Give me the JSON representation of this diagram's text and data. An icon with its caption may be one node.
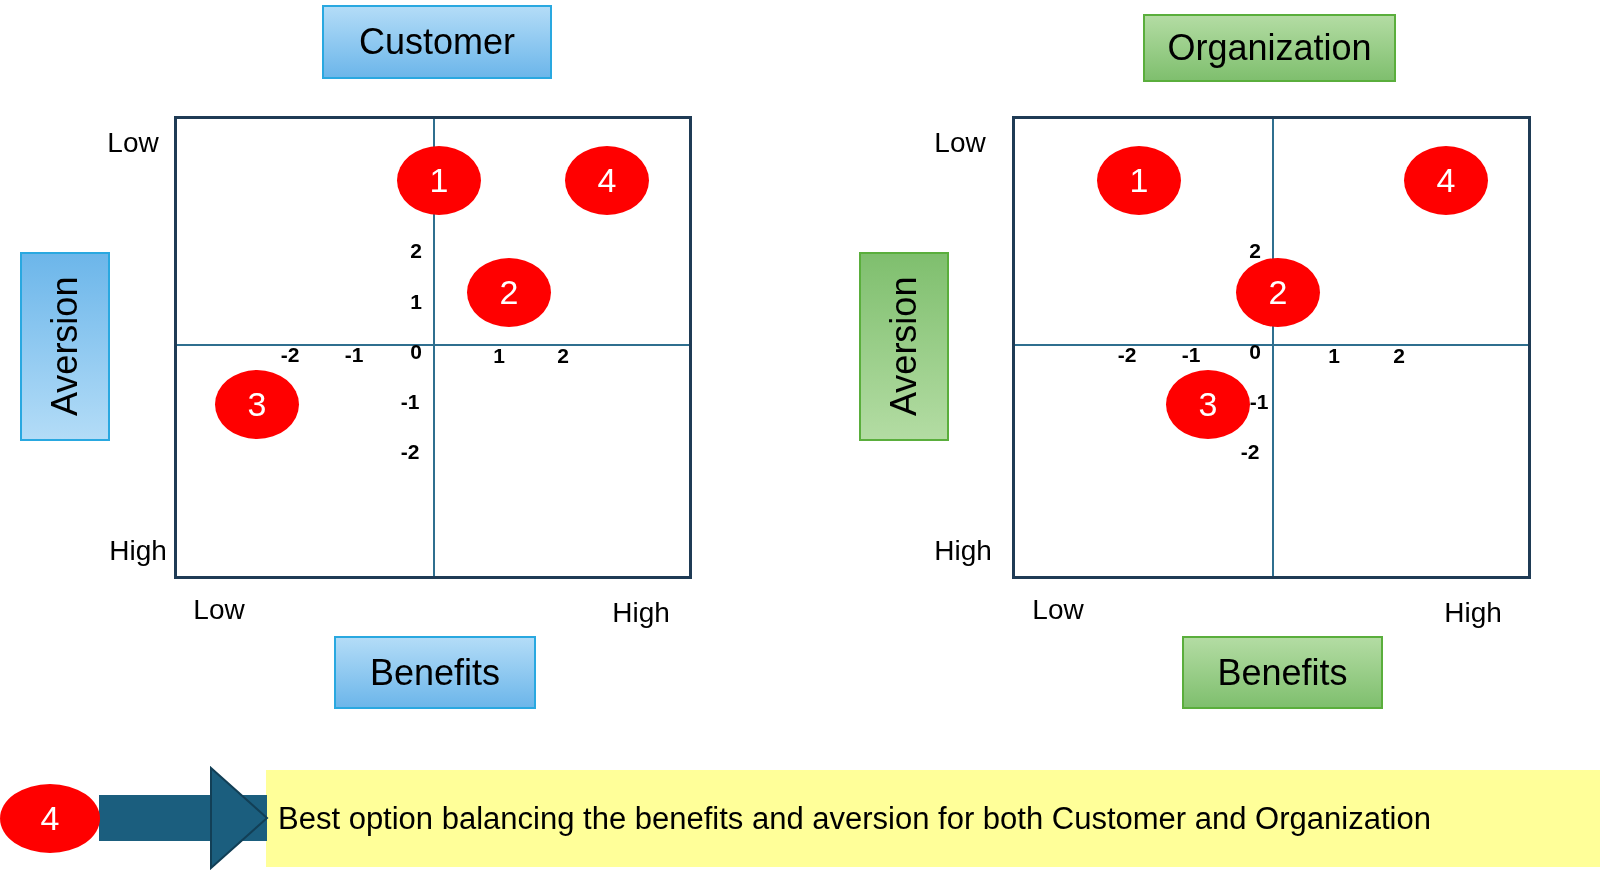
{
  "diagram": {
    "nodes": [
      {
        "text": [
          "Customer"
        ]
      },
      {
        "text": [],
        "shape": "box"
      },
      {
        "text": [
          "1"
        ],
        "in": 1
      },
      {
        "text": [
          "4"
        ],
        "in": 1
      },
      {
        "text": [
          "2"
        ],
        "in": 1
      },
      {
        "text": [
          "3"
        ],
        "in": 1
      },
      {
        "text": [
          "Aversion"
        ]
      },
      {
        "text": [
          "Benefits"
        ]
      },
      {
        "text": [
          "Organization"
        ]
      },
      {
        "text": [],
        "shape": "box"
      },
      {
        "text": [
          "1"
        ],
        "in": 9
      },
      {
        "text": [
          "4"
        ],
        "in": 9
      },
      {
        "text": [
          "2"
        ],
        "in": 9
      },
      {
        "text": [
          "3"
        ],
        "in": 9
      },
      {
        "text": [
          "Aversion"
        ]
      },
      {
        "text": [
          "Benefits"
        ]
      },
      {
        "text": [
          "4"
        ]
      },
      {
        "text": [
          "Best option balancing the benefits and aversion for both Customer and Organization"
        ]
      }
    ],
    "edges": [
      {
        "from": 16,
        "to": 17,
        "arrow": "to"
      }
    ],
    "labels": [
      "Low",
      "2",
      "1",
      "-2",
      "-1",
      "0",
      "1",
      "2",
      "-1",
      "-2",
      "High",
      "Low",
      "High",
      "Low",
      "2",
      "-2",
      "-1",
      "0",
      "1",
      "2",
      "-1",
      "-2",
      "High",
      "Low",
      "High"
    ]
  }
}
